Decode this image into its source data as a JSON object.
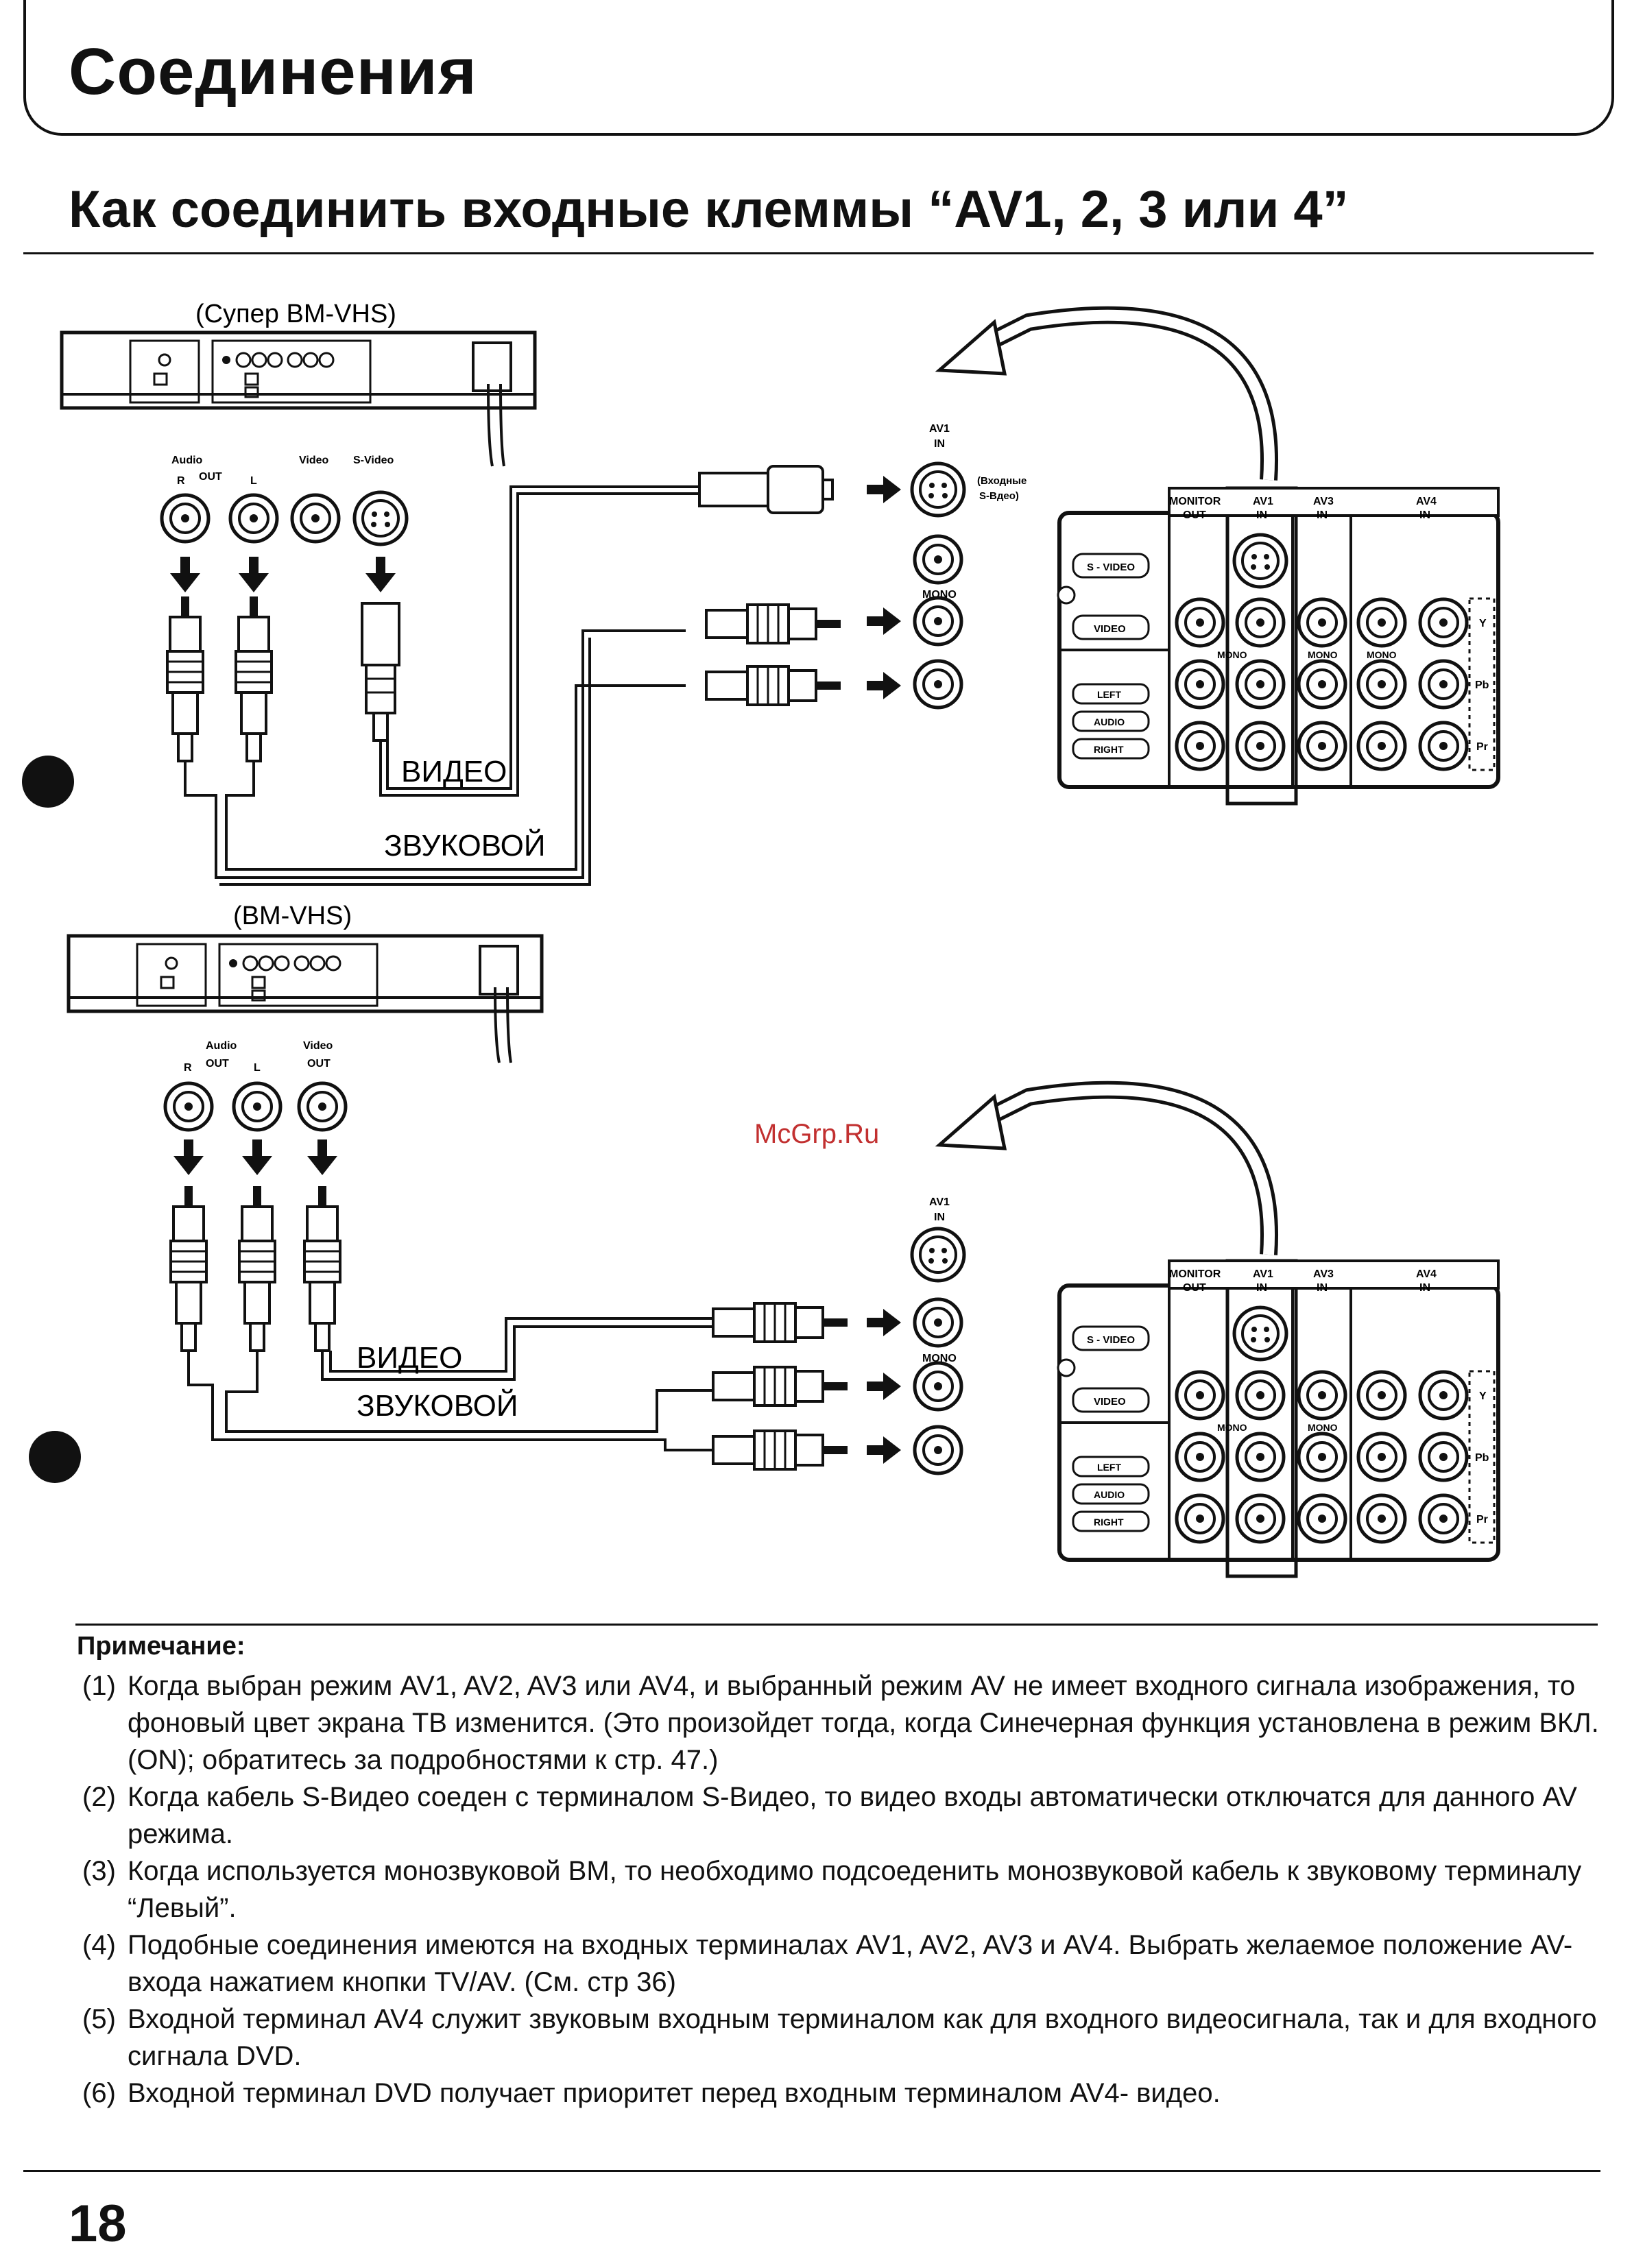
{
  "header": {
    "title": "Соединения"
  },
  "subheading": "Как соединить входные клеммы “AV1, 2, 3 или 4”",
  "diagram_top": {
    "device_label": "(Супер ВМ-VHS)",
    "audio_out_label": "Audio",
    "out_label": "OUT",
    "r_label": "R",
    "l_label": "L",
    "video_out_label": "Video",
    "svideo_out_label": "S-Video",
    "video_cable_label": "ВИДЕО",
    "audio_cable_label": "ЗВУКОВОЙ",
    "av1_in_label": "AV1",
    "in_label": "IN",
    "svideo_in_label_1": "(Входные",
    "svideo_in_label_2": "S-Вдео)",
    "mono_label": "MONO"
  },
  "diagram_bottom": {
    "device_label": "(ВМ-VHS)",
    "audio_out_label": "Audio",
    "out_label": "OUT",
    "r_label": "R",
    "l_label": "L",
    "video_out_label": "Video",
    "video_cable_label": "ВИДЕО",
    "audio_cable_label": "ЗВУКОВОЙ",
    "av1_in_label": "AV1",
    "in_label": "IN",
    "mono_label": "MONO"
  },
  "tv_panel": {
    "monitor_out": "MONITOR",
    "out": "OUT",
    "av1": "AV1",
    "av3": "AV3",
    "av4": "AV4",
    "in": "IN",
    "svideo": "S - VIDEO",
    "video": "VIDEO",
    "left": "LEFT",
    "audio": "AUDIO",
    "right": "RIGHT",
    "mono": "MONO",
    "y": "Y",
    "pb": "Pb",
    "pr": "Pr"
  },
  "watermark": "McGrp.Ru",
  "notes": {
    "title": "Примечание:",
    "items": [
      {
        "num": "(1)",
        "text": "Когда выбран режим AV1, AV2, AV3 или AV4, и выбранный режим AV не имеет входного сигнала изображения, то фоновый цвет экрана ТВ изменится. (Это произойдет тогда, когда Синечерная функция установлена в режим ВКЛ.(ON); обратитесь за подробностями к стр. 47.)"
      },
      {
        "num": "(2)",
        "text": "Когда кабель S-Видео соеден с терминалом S-Видео, то видео входы автоматически отключатся для данного AV режима."
      },
      {
        "num": "(3)",
        "text": "Когда используется монозвуковой ВМ, то необходимо подсоеденить монозвуковой кабель к звуковому терминалу “Левый”."
      },
      {
        "num": "(4)",
        "text": "Подобные соединения имеются на входных терминалах AV1, AV2, AV3 и AV4. Выбрать желаемое положение AV-входа нажатием кнопки TV/AV. (См. стр 36)"
      },
      {
        "num": "(5)",
        "text": "Входной терминал AV4 служит звуковым входным терминалом как для входного видеосигнала, так и для входного сигнала DVD."
      },
      {
        "num": "(6)",
        "text": "Входной терминал DVD получает приоритет перед входным терминалом AV4- видео."
      }
    ]
  },
  "page_number": "18"
}
